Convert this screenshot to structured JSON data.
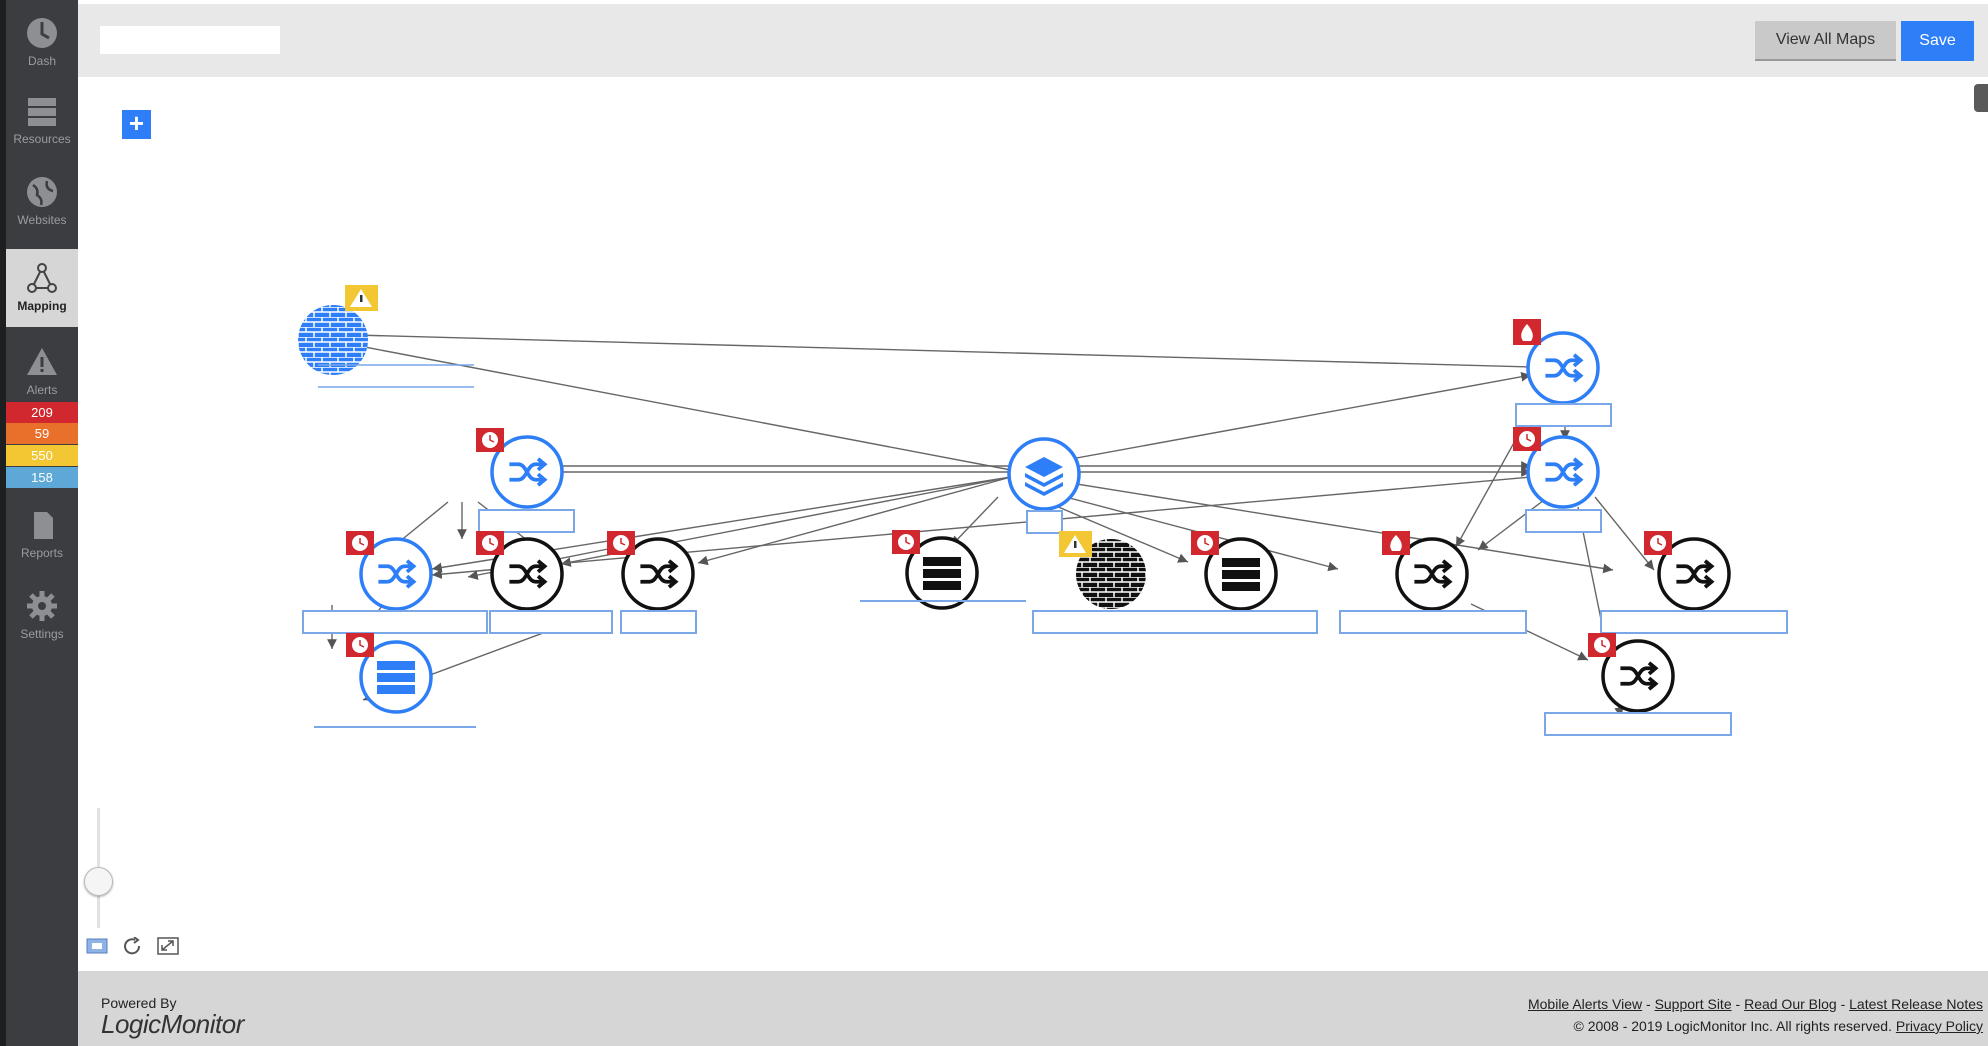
{
  "sidebar": {
    "items": [
      {
        "label": "Dash",
        "icon": "dashboard-icon"
      },
      {
        "label": "Resources",
        "icon": "resources-icon"
      },
      {
        "label": "Websites",
        "icon": "websites-icon"
      },
      {
        "label": "Mapping",
        "icon": "mapping-icon",
        "active": true
      },
      {
        "label": "Alerts",
        "icon": "alerts-icon"
      },
      {
        "label": "Reports",
        "icon": "reports-icon"
      },
      {
        "label": "Settings",
        "icon": "settings-icon"
      }
    ],
    "alert_counts": [
      {
        "level": "critical",
        "count": "209",
        "color": "#d0282e"
      },
      {
        "level": "error",
        "count": "59",
        "color": "#e8702a"
      },
      {
        "level": "warning",
        "count": "550",
        "color": "#f2c733"
      },
      {
        "level": "info",
        "count": "158",
        "color": "#5ea8d8"
      }
    ]
  },
  "header": {
    "title": "",
    "view_all_label": "View All Maps",
    "save_label": "Save"
  },
  "canvas": {
    "add_label": "+",
    "accent_color": "#2d7ef7"
  },
  "footer": {
    "powered_by": "Powered By",
    "logo_text": "LogicMonitor",
    "links": [
      "Mobile Alerts View",
      "Support Site",
      "Read Our Blog",
      "Latest Release Notes"
    ],
    "copyright": "© 2008 - 2019 LogicMonitor Inc. All rights reserved.",
    "privacy_label": "Privacy Policy"
  }
}
